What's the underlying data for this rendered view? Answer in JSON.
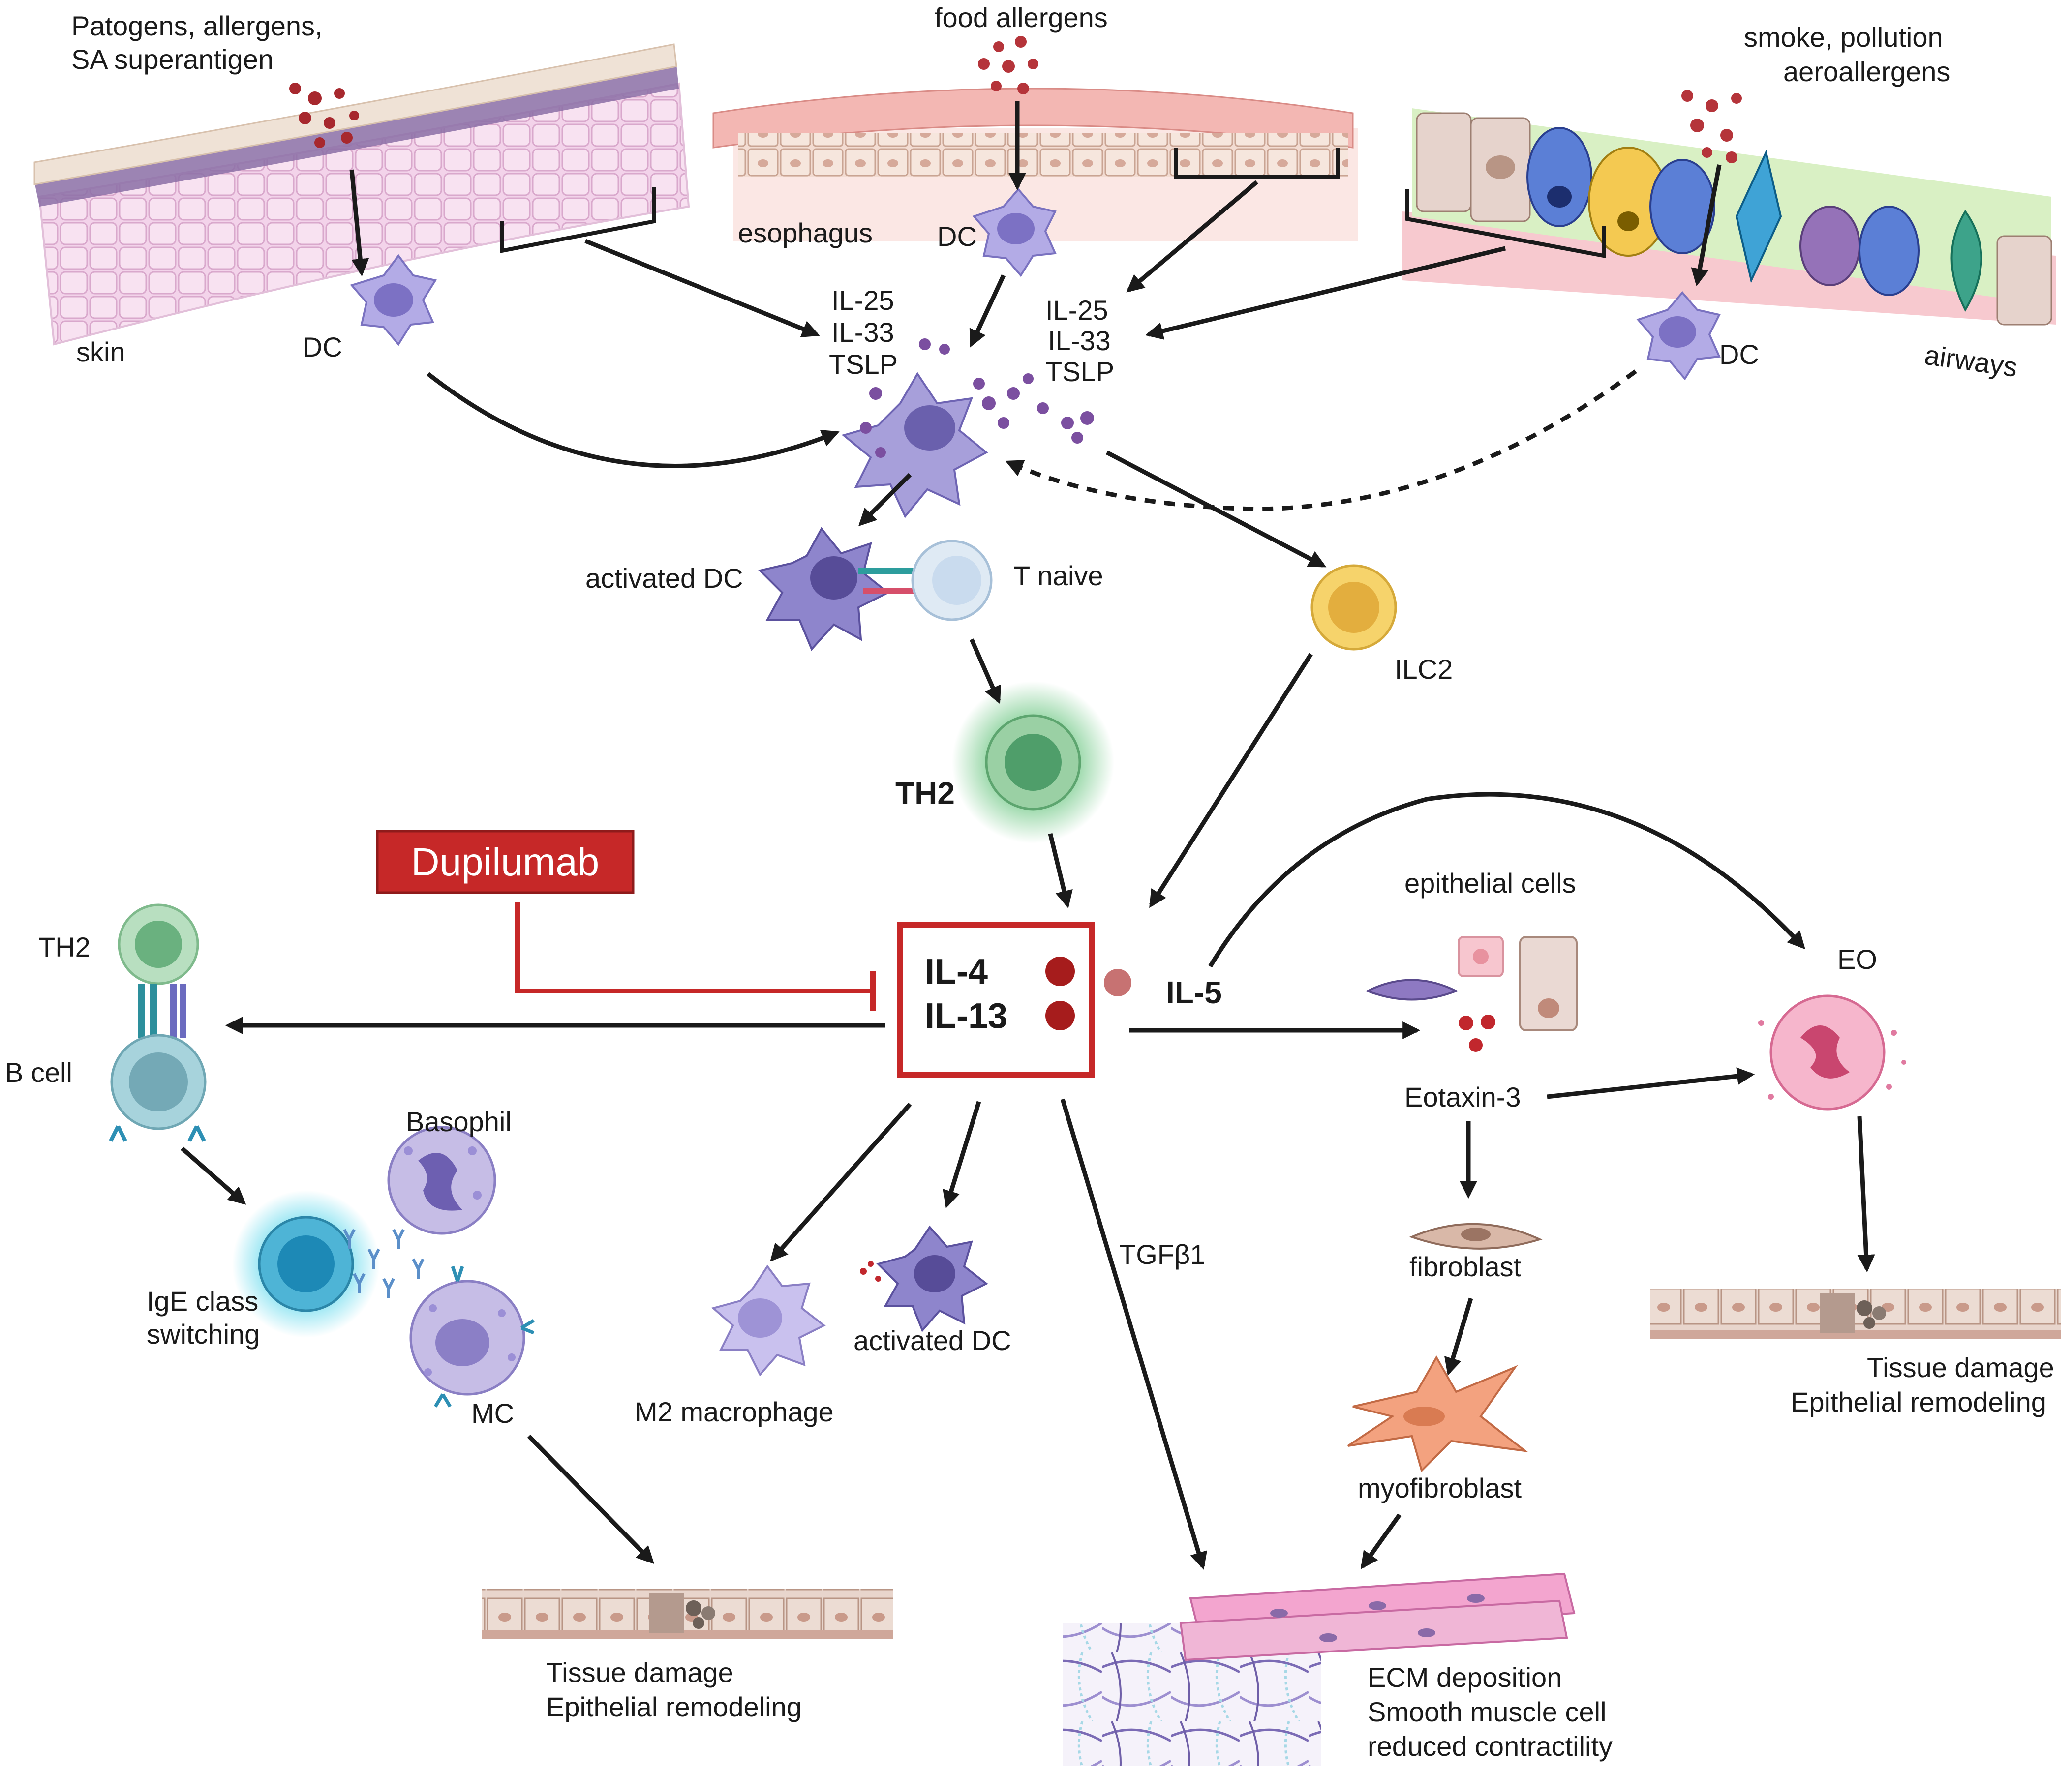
{
  "labels": {
    "skin_source": [
      "Patogens, allergens,",
      "SA superantigen"
    ],
    "food_source": "food allergens",
    "airway_source": [
      "smoke, pollution",
      "aeroallergens"
    ],
    "skin": "skin",
    "esophagus": "esophagus",
    "airways": "airways",
    "dc_skin": "DC",
    "dc_esoph": "DC",
    "dc_airway": "DC",
    "alarmins_left": [
      "IL-25",
      "IL-33",
      "TSLP"
    ],
    "alarmins_right": [
      "IL-25",
      "IL-33",
      "TSLP"
    ],
    "activated_dc": "activated DC",
    "t_naive": "T naive",
    "ilc2": "ILC2",
    "th2_center": "TH2",
    "dupilumab": "Dupilumab",
    "il4": "IL-4",
    "il13": "IL-13",
    "il5": "IL-5",
    "epithelial_cells": "epithelial cells",
    "eo": "EO",
    "eotaxin": "Eotaxin-3",
    "fibroblast": "fibroblast",
    "myofibroblast": "myofibroblast",
    "tgfb1": "TGFβ1",
    "th2_left": "TH2",
    "b_cell": "B cell",
    "basophil": "Basophil",
    "ige": [
      "IgE class",
      "switching"
    ],
    "mc": "MC",
    "m2": "M2 macrophage",
    "activated_dc_2": "activated DC",
    "tissue_left": [
      "Tissue damage",
      "Epithelial remodeling"
    ],
    "tissue_right": [
      "Tissue damage",
      "Epithelial remodeling"
    ],
    "ecm": [
      "ECM deposition",
      "Smooth muscle cell",
      "reduced contractility"
    ]
  },
  "colors": {
    "dupilumab": "#c62828",
    "dc": "#9c95d6",
    "th2": "#5fae7a",
    "ilc2": "#f2c14e",
    "eo": "#f06292",
    "b_cell": "#7fb7c2",
    "fibro": "#e8896a"
  }
}
